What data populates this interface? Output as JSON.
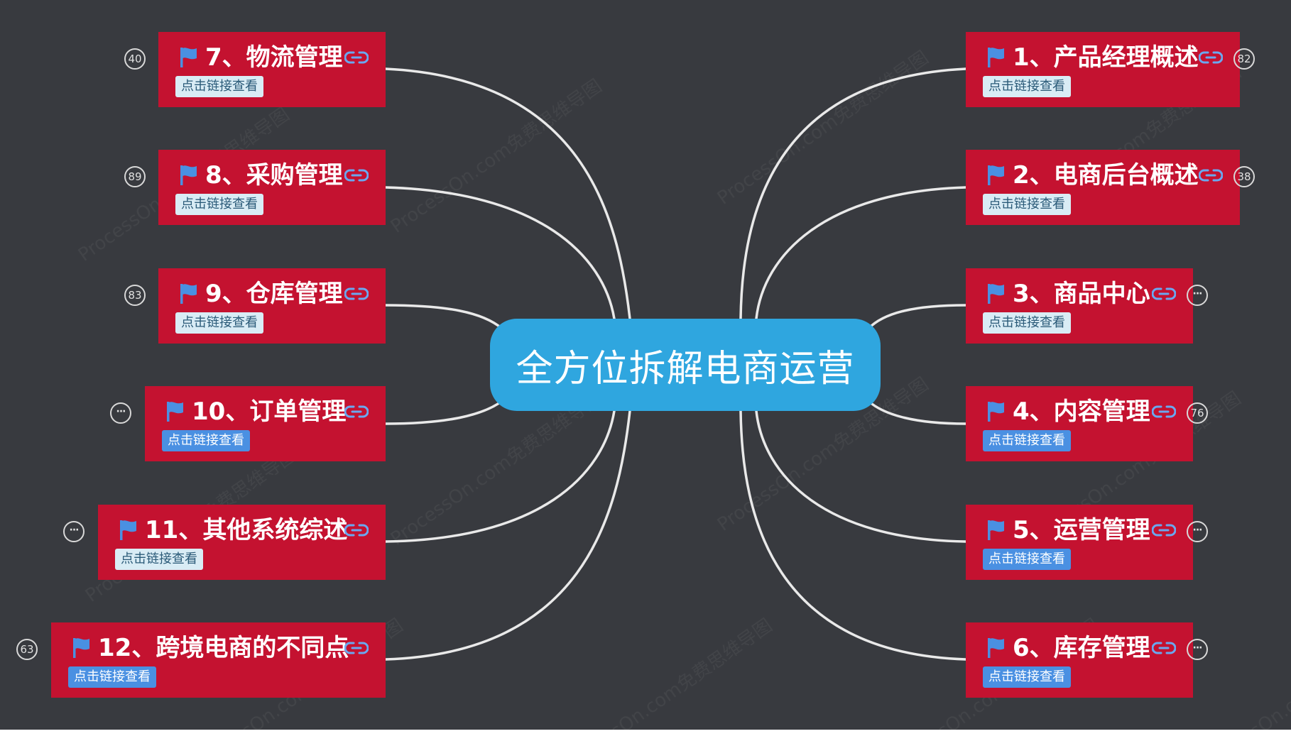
{
  "center": {
    "label": "全方位拆解电商运营"
  },
  "watermark": "ProcessOn.com免费思维导图",
  "colors": {
    "background": "#383a3f",
    "center": "#2fa6df",
    "topic": "#c41230",
    "flag": "#4a90e2",
    "link_icon": "#6aa8f0",
    "connector": "#e9e9e9"
  },
  "topics": [
    {
      "id": "t1",
      "title": "1、产品经理概述",
      "tag": "点击链接查看",
      "tag_style": "light",
      "badge": "82",
      "side": "right"
    },
    {
      "id": "t2",
      "title": "2、电商后台概述",
      "tag": "点击链接查看",
      "tag_style": "light",
      "badge": "38",
      "side": "right"
    },
    {
      "id": "t3",
      "title": "3、商品中心",
      "tag": "点击链接查看",
      "tag_style": "light",
      "badge": "···",
      "side": "right"
    },
    {
      "id": "t4",
      "title": "4、内容管理",
      "tag": "点击链接查看",
      "tag_style": "blue",
      "badge": "76",
      "side": "right"
    },
    {
      "id": "t5",
      "title": "5、运营管理",
      "tag": "点击链接查看",
      "tag_style": "blue",
      "badge": "···",
      "side": "right"
    },
    {
      "id": "t6",
      "title": "6、库存管理",
      "tag": "点击链接查看",
      "tag_style": "blue",
      "badge": "···",
      "side": "right"
    },
    {
      "id": "t7",
      "title": "7、物流管理",
      "tag": "点击链接查看",
      "tag_style": "light",
      "badge": "40",
      "side": "left"
    },
    {
      "id": "t8",
      "title": "8、采购管理",
      "tag": "点击链接查看",
      "tag_style": "light",
      "badge": "89",
      "side": "left"
    },
    {
      "id": "t9",
      "title": "9、仓库管理",
      "tag": "点击链接查看",
      "tag_style": "light",
      "badge": "83",
      "side": "left"
    },
    {
      "id": "t10",
      "title": "10、订单管理",
      "tag": "点击链接查看",
      "tag_style": "blue",
      "badge": "···",
      "side": "left"
    },
    {
      "id": "t11",
      "title": "11、其他系统综述",
      "tag": "点击链接查看",
      "tag_style": "light",
      "badge": "···",
      "side": "left"
    },
    {
      "id": "t12",
      "title": "12、跨境电商的不同点",
      "tag": "点击链接查看",
      "tag_style": "blue",
      "badge": "63",
      "side": "left"
    }
  ]
}
